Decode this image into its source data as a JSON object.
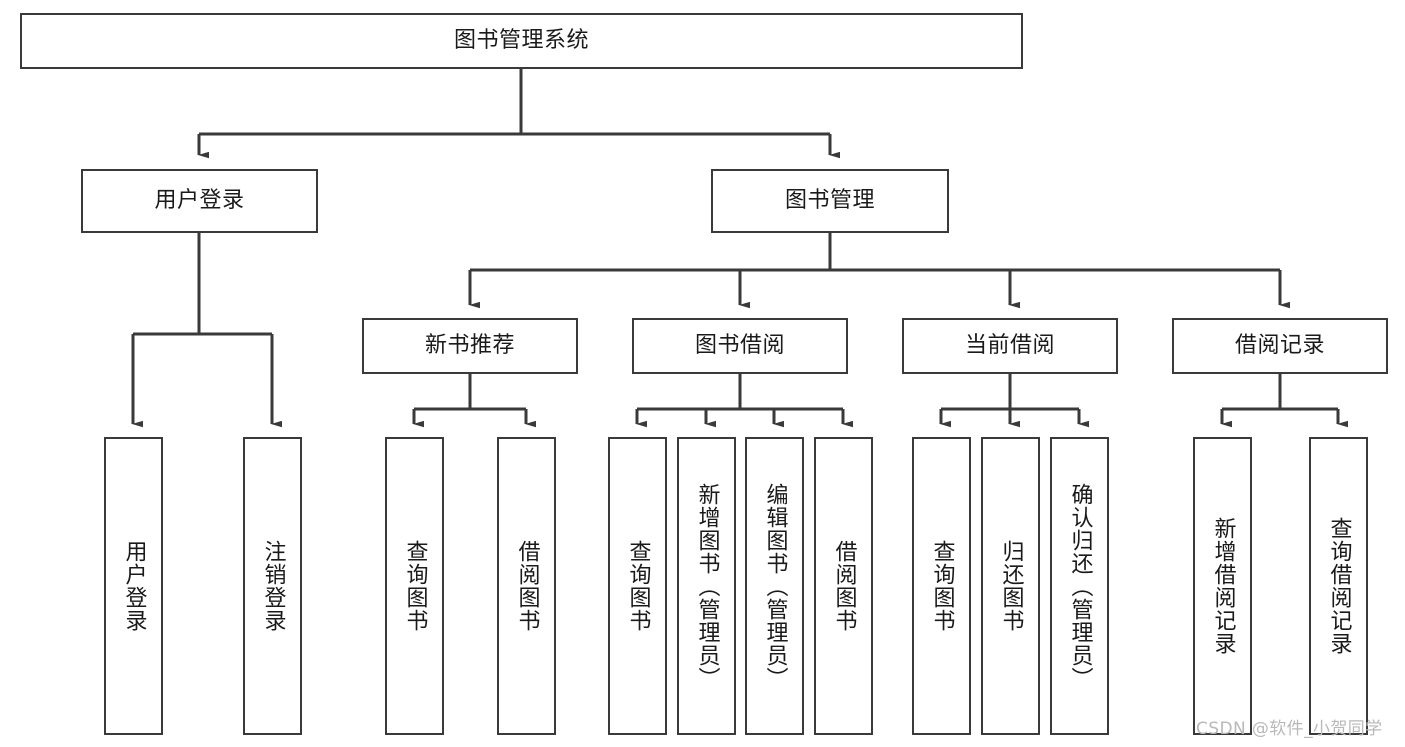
{
  "diagram": {
    "title": "图书管理系统",
    "type": "hierarchy-tree",
    "watermark": "CSDN @软件_小贺同学",
    "colors": {
      "box_border": "#3a3a3a",
      "box_fill": "#ffffff",
      "connector": "#3a3a3a",
      "text": "#1a1a1a",
      "watermark": "#b9b9b9",
      "background": "#ffffff"
    },
    "levels": {
      "level1": "root",
      "level2": "modules",
      "level3": "sub-modules",
      "level4": "functions"
    },
    "nodes": {
      "root": {
        "label": "图书管理系统"
      },
      "user_login": {
        "label": "用户登录"
      },
      "book_manage": {
        "label": "图书管理"
      },
      "new_book_rec": {
        "label": "新书推荐"
      },
      "book_borrow": {
        "label": "图书借阅"
      },
      "current_borrow": {
        "label": "当前借阅"
      },
      "borrow_record": {
        "label": "借阅记录"
      },
      "leaf_user_login": {
        "label": "用户登录"
      },
      "leaf_logout": {
        "label": "注销登录"
      },
      "leaf_query_book_1": {
        "label": "查询图书"
      },
      "leaf_borrow_book_1": {
        "label": "借阅图书"
      },
      "leaf_query_book_2": {
        "label": "查询图书"
      },
      "leaf_add_book": {
        "label": "新增图书（管理员）"
      },
      "leaf_edit_book": {
        "label": "编辑图书（管理员）"
      },
      "leaf_borrow_book_2": {
        "label": "借阅图书"
      },
      "leaf_query_book_3": {
        "label": "查询图书"
      },
      "leaf_return_book": {
        "label": "归还图书"
      },
      "leaf_confirm_return": {
        "label": "确认归还（管理员）"
      },
      "leaf_add_record": {
        "label": "新增借阅记录"
      },
      "leaf_query_record": {
        "label": "查询借阅记录"
      }
    },
    "edges": [
      {
        "from": "root",
        "to": "user_login"
      },
      {
        "from": "root",
        "to": "book_manage"
      },
      {
        "from": "user_login",
        "to": "leaf_user_login"
      },
      {
        "from": "user_login",
        "to": "leaf_logout"
      },
      {
        "from": "book_manage",
        "to": "new_book_rec"
      },
      {
        "from": "book_manage",
        "to": "book_borrow"
      },
      {
        "from": "book_manage",
        "to": "current_borrow"
      },
      {
        "from": "book_manage",
        "to": "borrow_record"
      },
      {
        "from": "new_book_rec",
        "to": "leaf_query_book_1"
      },
      {
        "from": "new_book_rec",
        "to": "leaf_borrow_book_1"
      },
      {
        "from": "book_borrow",
        "to": "leaf_query_book_2"
      },
      {
        "from": "book_borrow",
        "to": "leaf_add_book"
      },
      {
        "from": "book_borrow",
        "to": "leaf_edit_book"
      },
      {
        "from": "book_borrow",
        "to": "leaf_borrow_book_2"
      },
      {
        "from": "current_borrow",
        "to": "leaf_query_book_3"
      },
      {
        "from": "current_borrow",
        "to": "leaf_return_book"
      },
      {
        "from": "current_borrow",
        "to": "leaf_confirm_return"
      },
      {
        "from": "borrow_record",
        "to": "leaf_add_record"
      },
      {
        "from": "borrow_record",
        "to": "leaf_query_record"
      }
    ]
  }
}
